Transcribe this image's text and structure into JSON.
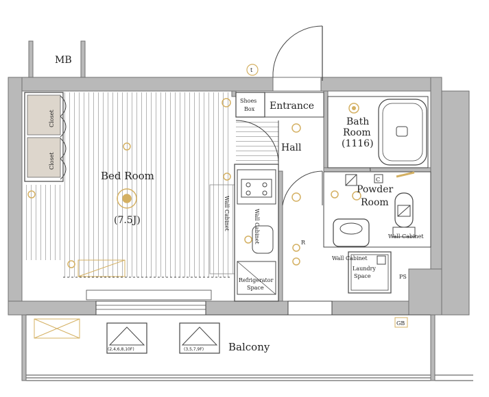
{
  "colors": {
    "wall": "#b9b9b9",
    "wall_stroke": "#6f6f6f",
    "hatch": "#b5b5b5",
    "closet_fill": "#ddd6cc",
    "fixture": "#d4b062",
    "line": "#444444",
    "balcony_fill": "#ffffff"
  },
  "labels": {
    "mb": "MB",
    "shoes_box_line1": "Shoes",
    "shoes_box_line2": "Box",
    "entrance": "Entrance",
    "hall": "Hall",
    "bath_room_line1": "Bath",
    "bath_room_line2": "Room",
    "bath_room_size": "(1116)",
    "bed_room": "Bed Room",
    "bed_room_size": "(7.5J)",
    "closet_top": "Closet",
    "closet_bottom": "Closet",
    "powder_room_line1": "Powder",
    "powder_room_line2": "Room",
    "wall_cabinet_left": "Wall Cabinet",
    "wall_cabinet_center": "Wall Cabinet",
    "wall_cabinet_powder": "Wall Cabinet",
    "wall_cabinet_laundry": "Wall Cabinet",
    "refrigerator_line1": "Refrigerator",
    "refrigerator_line2": "Space",
    "laundry_line1": "Laundry",
    "laundry_line2": "Space",
    "ps": "PS",
    "gb": "GB",
    "balcony": "Balcony",
    "hatch_left": "(2,4,6,8,10F)",
    "hatch_right": "(3,5,7,9F)",
    "t_marker": "t",
    "c_marker": "C",
    "r_marker": "R"
  }
}
